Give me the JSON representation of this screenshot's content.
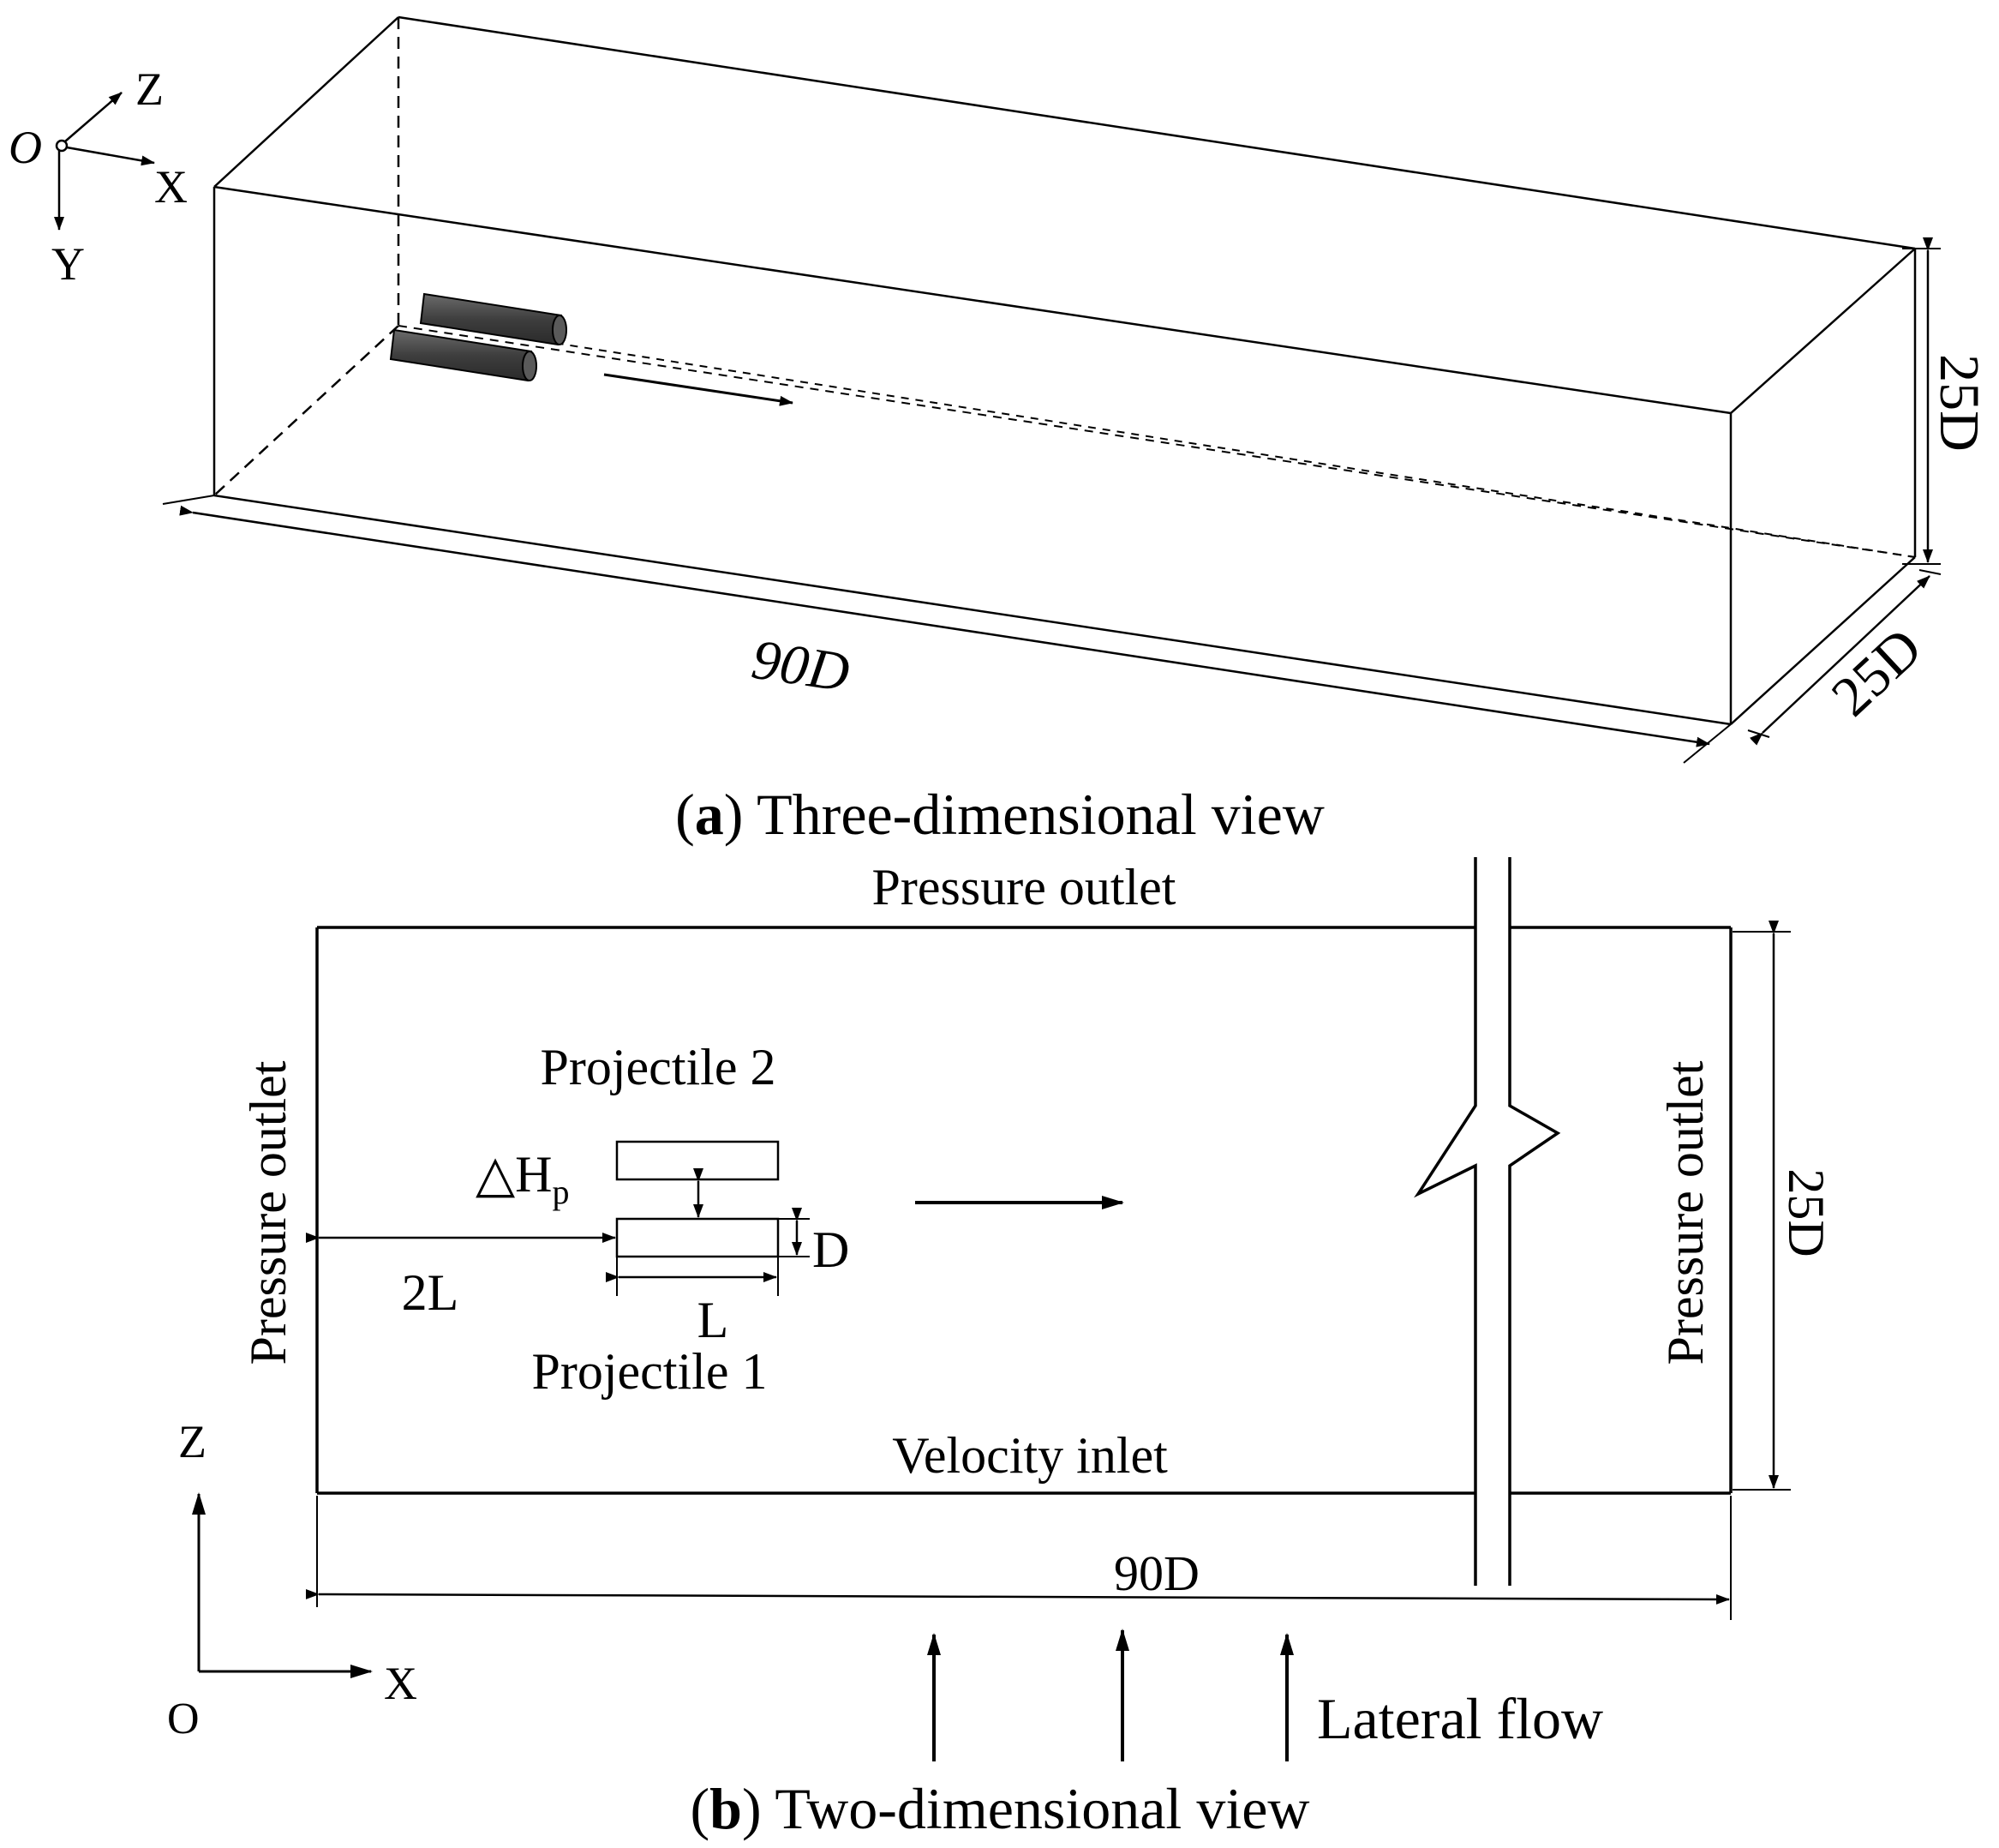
{
  "panel_a": {
    "caption_label": "a",
    "caption_text": "Three-dimensional view",
    "axes": {
      "origin": "O",
      "x": "X",
      "y": "Y",
      "z": "Z"
    },
    "dim_length": "90D",
    "dim_height": "25D",
    "dim_depth": "25D"
  },
  "panel_b": {
    "caption_label": "b",
    "caption_text": "Two-dimensional view",
    "top_boundary": "Pressure outlet",
    "left_boundary": "Pressure outlet",
    "right_boundary": "Pressure outlet",
    "bottom_boundary": "Velocity inlet",
    "projectile_2": "Projectile 2",
    "projectile_1": "Projectile 1",
    "delta_h": "△H",
    "delta_h_sub": "p",
    "dim_d": "D",
    "dim_l": "L",
    "dim_2l": "2L",
    "dim_height": "25D",
    "dim_length": "90D",
    "axes": {
      "origin": "O",
      "x": "X",
      "z": "Z"
    },
    "lateral_flow": "Lateral flow"
  },
  "colors": {
    "line": "#000000",
    "projectile_fill": "#4a4a4a",
    "background": "#ffffff"
  }
}
